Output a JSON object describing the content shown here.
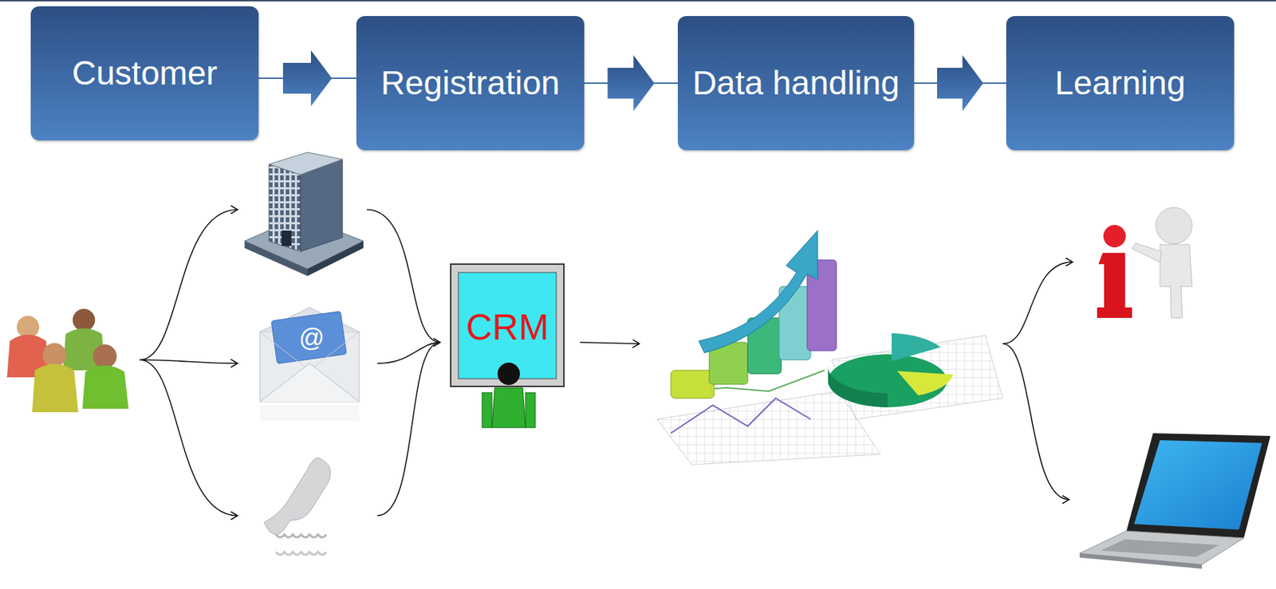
{
  "diagram": {
    "nodes": [
      {
        "text": [
          "Customer"
        ]
      },
      {
        "text": [
          "Registration"
        ]
      },
      {
        "text": [
          "Data handling"
        ]
      },
      {
        "text": [
          "Learning"
        ]
      }
    ],
    "edges": [
      {
        "from": 0,
        "to": 1,
        "arrow": "to"
      },
      {
        "from": 1,
        "to": 2,
        "arrow": "to"
      },
      {
        "from": 2,
        "to": 3,
        "arrow": "to"
      }
    ],
    "labels": [
      "CRM",
      "@"
    ]
  }
}
